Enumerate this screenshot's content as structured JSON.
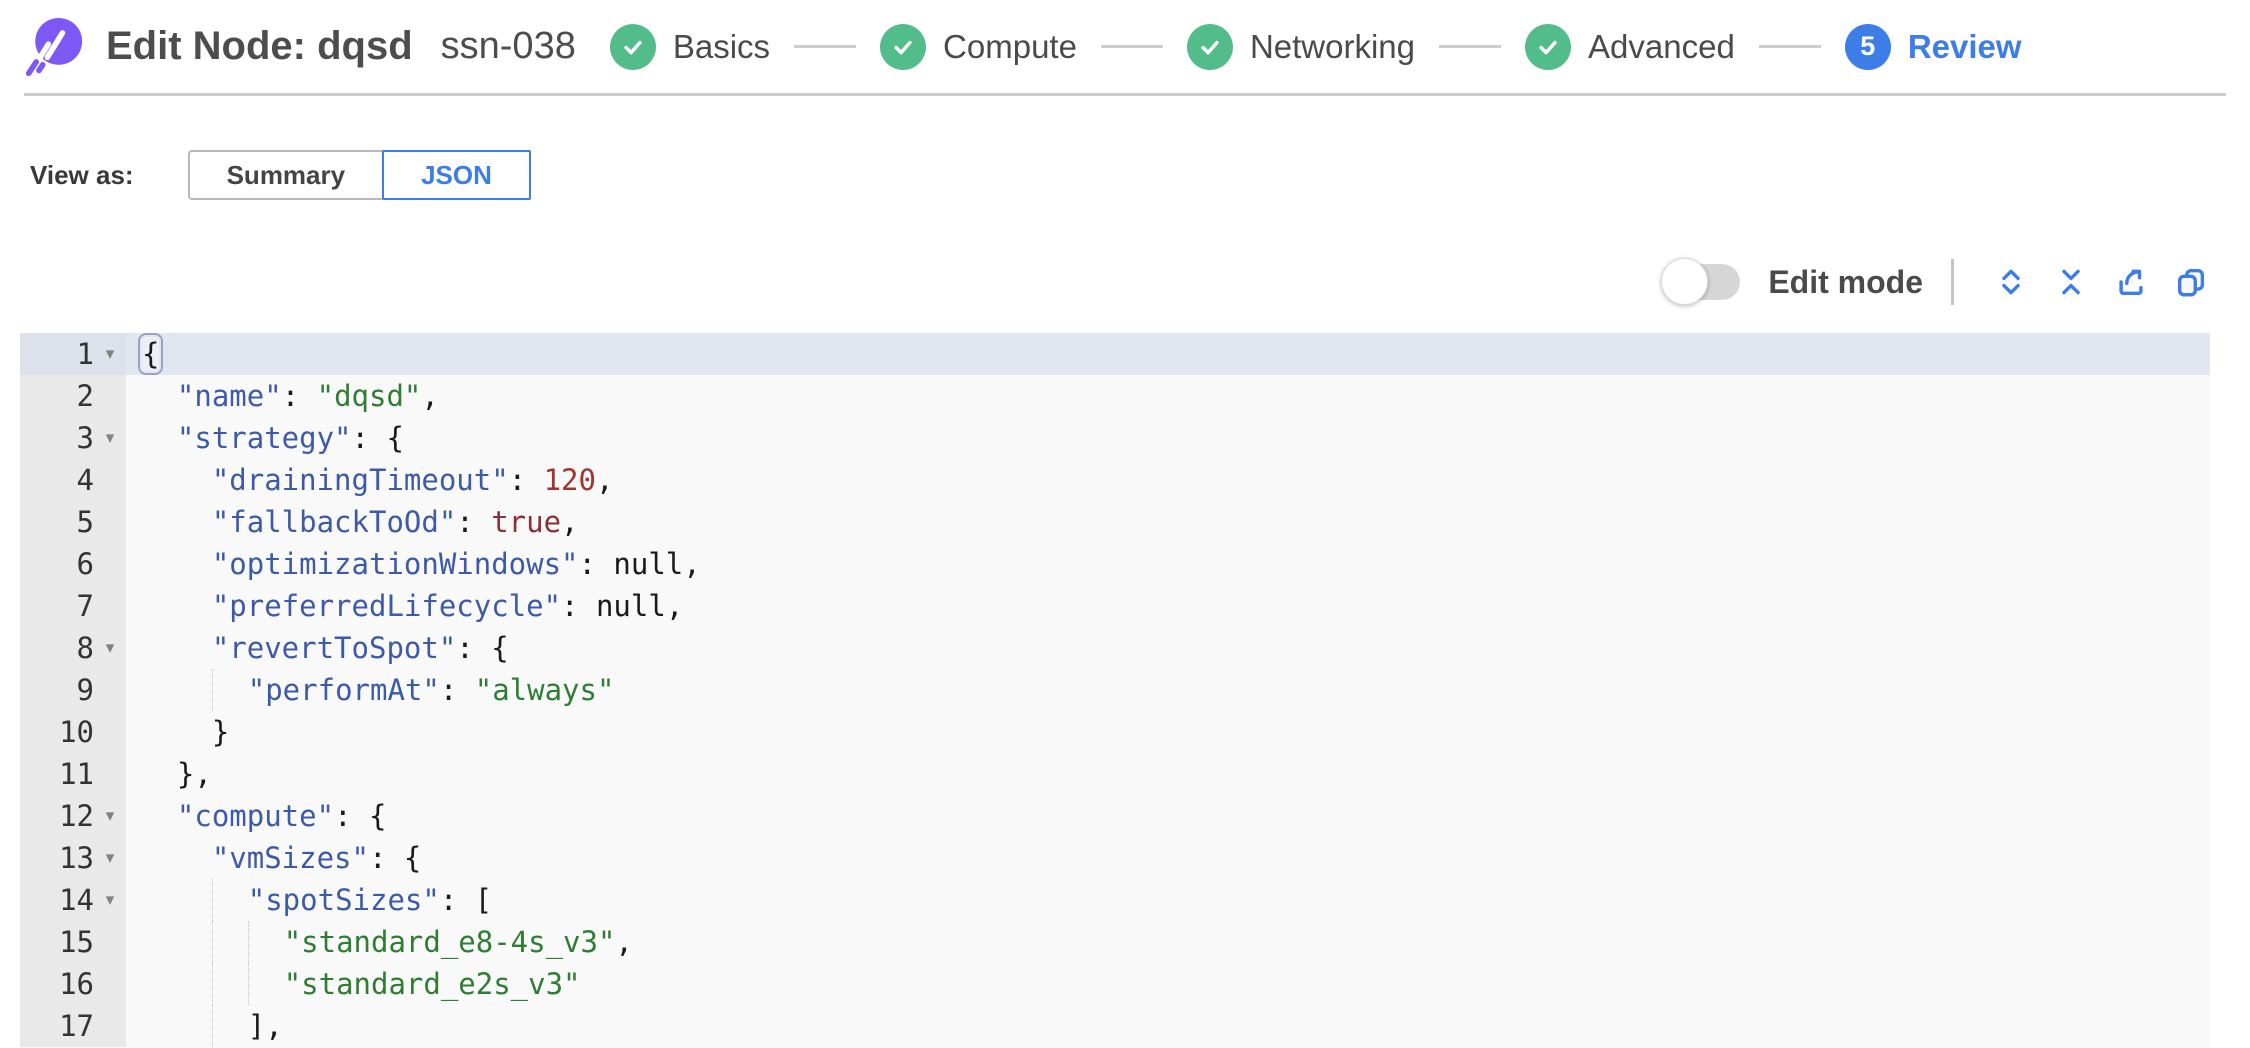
{
  "header": {
    "title": "Edit Node: dqsd",
    "node_id": "ssn-038",
    "logo_icon": "spot-logo-icon"
  },
  "stepper": {
    "items": [
      {
        "label": "Basics",
        "status": "done"
      },
      {
        "label": "Compute",
        "status": "done"
      },
      {
        "label": "Networking",
        "status": "done"
      },
      {
        "label": "Advanced",
        "status": "done"
      },
      {
        "label": "Review",
        "status": "current",
        "step_number": "5"
      }
    ]
  },
  "view_as": {
    "label": "View as:",
    "options": [
      {
        "label": "Summary",
        "selected": false
      },
      {
        "label": "JSON",
        "selected": true
      }
    ]
  },
  "toolbar": {
    "edit_mode_label": "Edit mode",
    "edit_mode_on": false,
    "icons": [
      "expand-all-icon",
      "collapse-all-icon",
      "export-icon",
      "copy-icon"
    ]
  },
  "colors": {
    "accent_blue": "#3d7de8",
    "success_green": "#52bd8a",
    "brand_purple": "#7d58f4",
    "key_blue": "#3d5aa9",
    "string_green": "#2e7d32",
    "number_red": "#a1342c"
  },
  "editor": {
    "lines": [
      {
        "num": 1,
        "fold": true,
        "depth": 0,
        "active": true,
        "tokens": [
          [
            "brace",
            "{"
          ]
        ]
      },
      {
        "num": 2,
        "fold": false,
        "depth": 1,
        "tokens": [
          [
            "key",
            "\"name\""
          ],
          [
            "p",
            ": "
          ],
          [
            "str",
            "\"dqsd\""
          ],
          [
            "p",
            ","
          ]
        ]
      },
      {
        "num": 3,
        "fold": true,
        "depth": 1,
        "tokens": [
          [
            "key",
            "\"strategy\""
          ],
          [
            "p",
            ": {"
          ]
        ]
      },
      {
        "num": 4,
        "fold": false,
        "depth": 2,
        "tokens": [
          [
            "key",
            "\"drainingTimeout\""
          ],
          [
            "p",
            ": "
          ],
          [
            "num",
            "120"
          ],
          [
            "p",
            ","
          ]
        ]
      },
      {
        "num": 5,
        "fold": false,
        "depth": 2,
        "tokens": [
          [
            "key",
            "\"fallbackToOd\""
          ],
          [
            "p",
            ": "
          ],
          [
            "bool",
            "true"
          ],
          [
            "p",
            ","
          ]
        ]
      },
      {
        "num": 6,
        "fold": false,
        "depth": 2,
        "tokens": [
          [
            "key",
            "\"optimizationWindows\""
          ],
          [
            "p",
            ": "
          ],
          [
            "null",
            "null"
          ],
          [
            "p",
            ","
          ]
        ]
      },
      {
        "num": 7,
        "fold": false,
        "depth": 2,
        "tokens": [
          [
            "key",
            "\"preferredLifecycle\""
          ],
          [
            "p",
            ": "
          ],
          [
            "null",
            "null"
          ],
          [
            "p",
            ","
          ]
        ]
      },
      {
        "num": 8,
        "fold": true,
        "depth": 2,
        "tokens": [
          [
            "key",
            "\"revertToSpot\""
          ],
          [
            "p",
            ": {"
          ]
        ]
      },
      {
        "num": 9,
        "fold": false,
        "depth": 3,
        "tokens": [
          [
            "key",
            "\"performAt\""
          ],
          [
            "p",
            ": "
          ],
          [
            "str",
            "\"always\""
          ]
        ]
      },
      {
        "num": 10,
        "fold": false,
        "depth": 2,
        "tokens": [
          [
            "p",
            "}"
          ]
        ]
      },
      {
        "num": 11,
        "fold": false,
        "depth": 1,
        "tokens": [
          [
            "p",
            "},"
          ]
        ]
      },
      {
        "num": 12,
        "fold": true,
        "depth": 1,
        "tokens": [
          [
            "key",
            "\"compute\""
          ],
          [
            "p",
            ": {"
          ]
        ]
      },
      {
        "num": 13,
        "fold": true,
        "depth": 2,
        "tokens": [
          [
            "key",
            "\"vmSizes\""
          ],
          [
            "p",
            ": {"
          ]
        ]
      },
      {
        "num": 14,
        "fold": true,
        "depth": 3,
        "tokens": [
          [
            "key",
            "\"spotSizes\""
          ],
          [
            "p",
            ": ["
          ]
        ]
      },
      {
        "num": 15,
        "fold": false,
        "depth": 4,
        "tokens": [
          [
            "str",
            "\"standard_e8-4s_v3\""
          ],
          [
            "p",
            ","
          ]
        ]
      },
      {
        "num": 16,
        "fold": false,
        "depth": 4,
        "tokens": [
          [
            "str",
            "\"standard_e2s_v3\""
          ]
        ]
      },
      {
        "num": 17,
        "fold": false,
        "depth": 3,
        "tokens": [
          [
            "p",
            "],"
          ]
        ]
      }
    ]
  }
}
